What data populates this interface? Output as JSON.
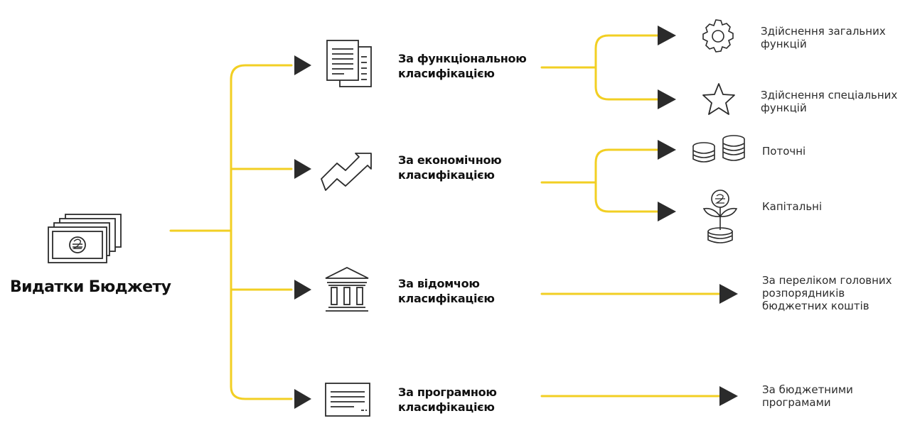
{
  "colors": {
    "connector": "#f2cf23",
    "arrow": "#2b2b2b",
    "icon": "#2b2b2b"
  },
  "root": {
    "title": "Видатки Бюджету",
    "icon": "money-bills-hryvnia-icon"
  },
  "categories": [
    {
      "line1": "За функціональною",
      "line2": "класифікацією",
      "icon": "documents-icon"
    },
    {
      "line1": "За економічною",
      "line2": "класифікацією",
      "icon": "growth-arrow-icon"
    },
    {
      "line1": "За відомчою",
      "line2": "класифікацією",
      "icon": "institution-building-icon"
    },
    {
      "line1": "За програмною",
      "line2": "класифікацією",
      "icon": "program-card-icon"
    }
  ],
  "leaves": [
    {
      "line1": "Здійснення загальних",
      "line2": "функцій",
      "icon": "gear-icon"
    },
    {
      "line1": "Здійснення спеціальних",
      "line2": "функцій",
      "icon": "star-icon"
    },
    {
      "line1": "Поточні",
      "icon": "coin-stacks-icon"
    },
    {
      "line1": "Капітальні",
      "icon": "coin-plant-icon"
    },
    {
      "line1": "За переліком головних",
      "line2": "розпорядників",
      "line3": "бюджетних коштів"
    },
    {
      "line1": "За бюджетними",
      "line2": "програмами"
    }
  ]
}
